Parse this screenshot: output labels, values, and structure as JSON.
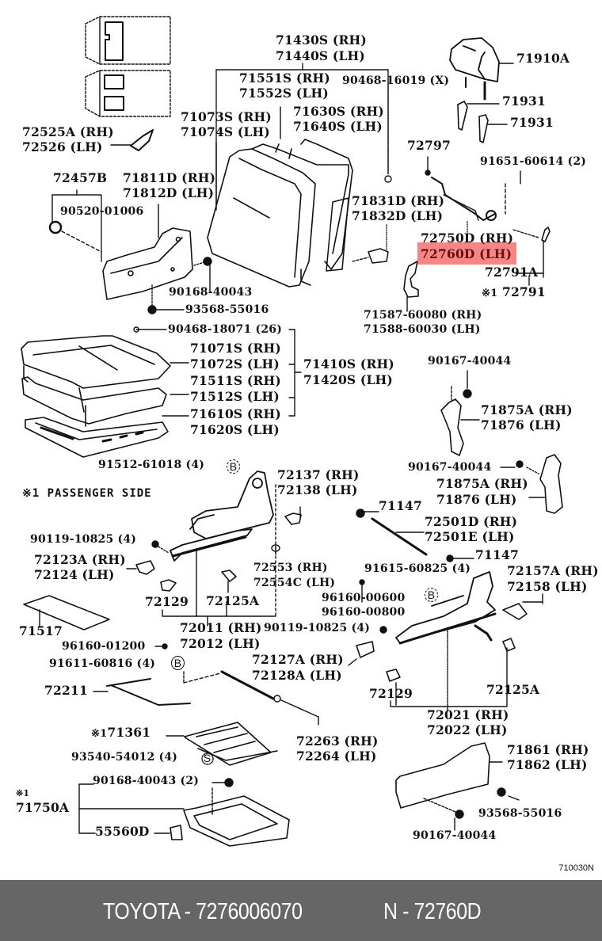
{
  "diagram": {
    "drawing_code": "710030N",
    "highlight_color": "#f03c3c",
    "footnote": {
      "mark": "※1",
      "text": "PASSENGER SIDE"
    },
    "callouts": {
      "b": "B",
      "s": "S"
    },
    "labels": {
      "p71430s": "71430S (RH)",
      "p71440s": "71440S (LH)",
      "p71551s": "71551S (RH)",
      "p71552s": "71552S (LH)",
      "p90468_16019": "90468-16019 (X)",
      "p71910a": "71910A",
      "p71073s": "71073S (RH)",
      "p71074s": "71074S (LH)",
      "p71630s": "71630S (RH)",
      "p71640s": "71640S (LH)",
      "p71931a": "71931",
      "p71931b": "71931",
      "p72525a": "72525A (RH)",
      "p72526": "72526 (LH)",
      "p72797": "72797",
      "p91651": "91651-60614 (2)",
      "p72457b": "72457B",
      "p71811d": "71811D (RH)",
      "p71812d": "71812D (LH)",
      "p71831d": "71831D (RH)",
      "p71832d": "71832D (LH)",
      "p90520": "90520-01006",
      "p72750d": "72750D (RH)",
      "p72760d": "72760D (LH)",
      "p72791a": "72791A",
      "p72791": "72791",
      "p90168_40043": "90168-40043",
      "p93568_55016a": "93568-55016",
      "p71587": "71587-60080 (RH)",
      "p71588": "71588-60030 (LH)",
      "p90468_18071": "90468-18071 (26)",
      "p71071s": "71071S (RH)",
      "p71072s": "71072S (LH)",
      "p71410s": "71410S (RH)",
      "p71420s": "71420S (LH)",
      "p71511s": "71511S (RH)",
      "p71512s": "71512S (LH)",
      "p71610s": "71610S (RH)",
      "p71620s": "71620S (LH)",
      "p90167_40044a": "90167-40044",
      "p71875a_1": "71875A (RH)",
      "p71876_1": "71876 (LH)",
      "p91512": "91512-61018 (4)",
      "p90167_40044b": "90167-40044",
      "p72137": "72137 (RH)",
      "p72138": "72138 (LH)",
      "p71875a_2": "71875A (RH)",
      "p71876_2": "71876 (LH)",
      "p71147a": "71147",
      "p72501d": "72501D (RH)",
      "p72501e": "72501E (LH)",
      "p90119a": "90119-10825 (4)",
      "p71147b": "71147",
      "p72123a": "72123A (RH)",
      "p72124": "72124 (LH)",
      "p72553": "72553 (RH)",
      "p72554c": "72554C (LH)",
      "p91615": "91615-60825 (4)",
      "p72157a": "72157A (RH)",
      "p72158": "72158 (LH)",
      "p96160_00600": "96160-00600",
      "p96160_00800": "96160-00800",
      "p72129a": "72129",
      "p72125a_1": "72125A",
      "p71517": "71517",
      "p72011": "72011 (RH)",
      "p72012": "72012 (LH)",
      "p90119b": "90119-10825 (4)",
      "p96160_01200": "96160-01200",
      "p91611": "91611-60816 (4)",
      "p72127a": "72127A (RH)",
      "p72128a": "72128A (LH)",
      "p72211": "72211",
      "p72129b": "72129",
      "p72125a_2": "72125A",
      "p72021": "72021 (RH)",
      "p72022": "72022 (LH)",
      "p71361": "71361",
      "p72263": "72263 (RH)",
      "p72264": "72264 (LH)",
      "p93540": "93540-54012 (4)",
      "p71861": "71861 (RH)",
      "p71862": "71862 (LH)",
      "p90168_40043_2": "90168-40043 (2)",
      "p71750a": "71750A",
      "p93568_55016b": "93568-55016",
      "p55560d": "55560D",
      "p90167_40044c": "90167-40044"
    }
  },
  "footer": {
    "brand_part": "TOYOTA - 7276006070",
    "ref_part": "N - 72760D"
  }
}
